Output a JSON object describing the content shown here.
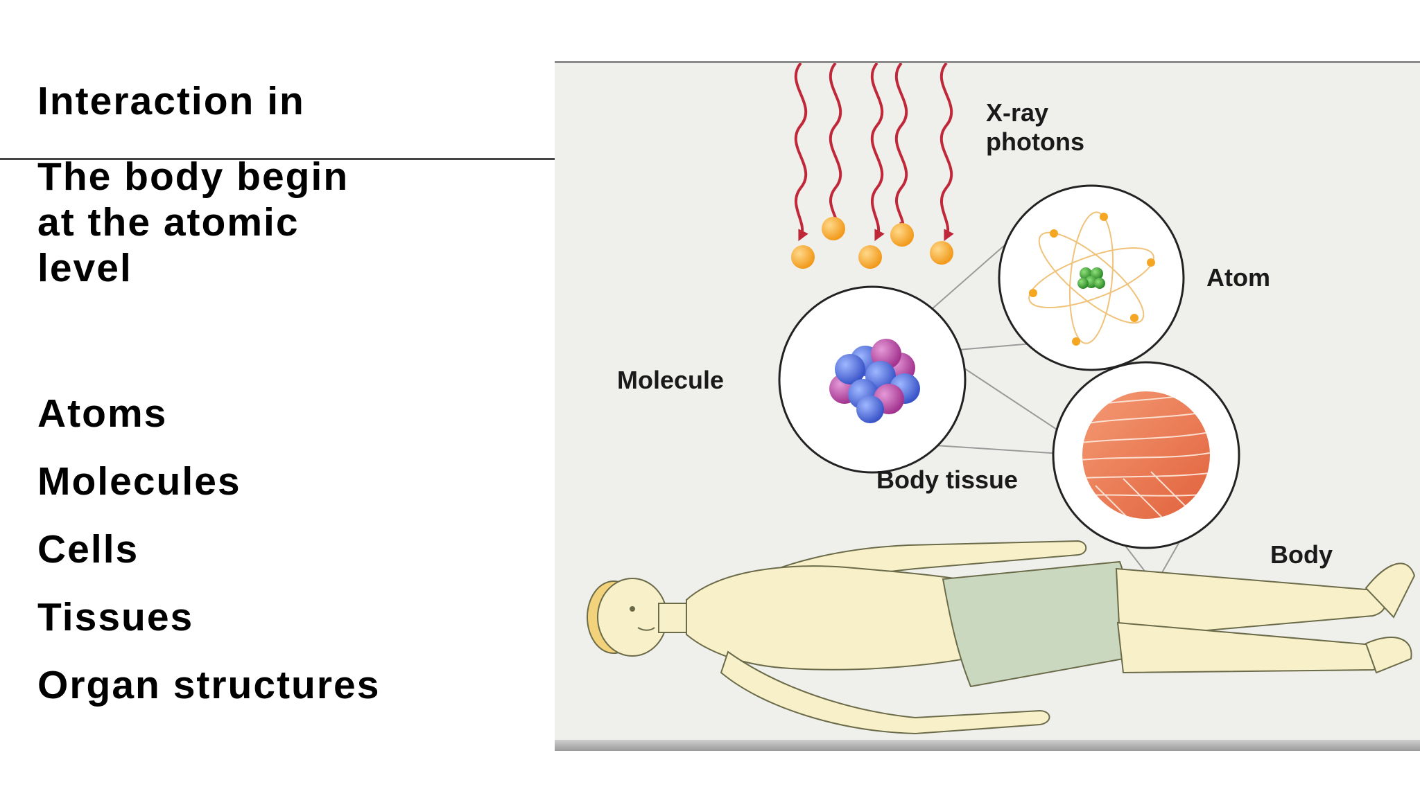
{
  "slide": {
    "title_line": "Interaction in",
    "subtitle_lines": [
      "The body begin",
      "at the atomic",
      "level"
    ],
    "levels": [
      "Atoms",
      "Molecules",
      "Cells",
      "Tissues",
      "Organ structures"
    ]
  },
  "figure": {
    "labels": {
      "xray_line1": "X-ray",
      "xray_line2": "photons",
      "atom": "Atom",
      "molecule": "Molecule",
      "body_tissue": "Body tissue",
      "body": "Body"
    },
    "colors": {
      "photon_wave": "#c0283a",
      "electron": "#f5a623",
      "tissue": "#e8734a",
      "skin": "#f7f0c8",
      "shorts": "#c9d8bf",
      "hair": "#f2d27a",
      "background": "#efefec"
    }
  }
}
